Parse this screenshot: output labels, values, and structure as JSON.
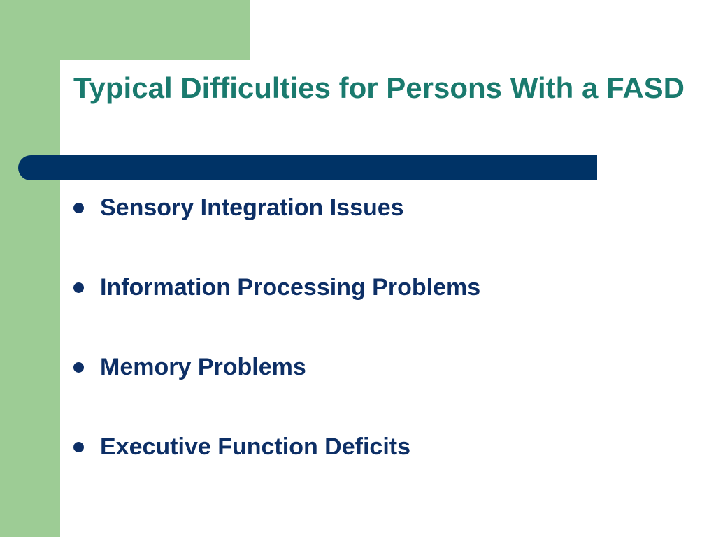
{
  "slide": {
    "title": "Typical Difficulties for Persons With a FASD",
    "bullets": [
      "Sensory Integration Issues",
      "Information Processing Problems",
      "Memory Problems",
      "Executive Function Deficits"
    ]
  },
  "colors": {
    "green_band": "#9dcc95",
    "title_text": "#1a7a6e",
    "title_bar": "#003366",
    "bullet_text": "#0d2f66",
    "background": "#ffffff"
  }
}
